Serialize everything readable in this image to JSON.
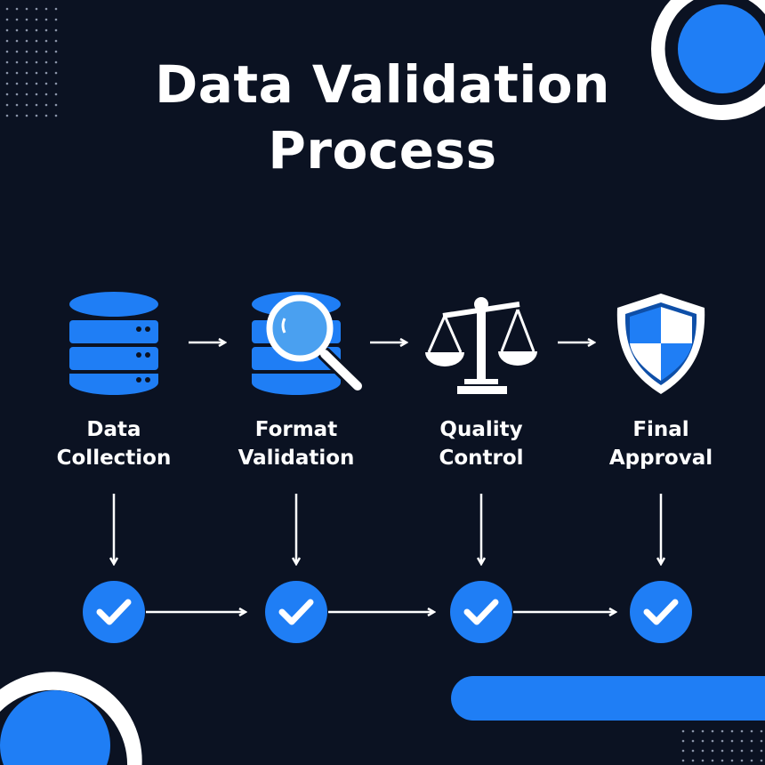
{
  "title": {
    "line1": "Data Validation",
    "line2": "Process"
  },
  "steps": [
    {
      "label1": "Data",
      "label2": "Collection",
      "icon": "database-icon"
    },
    {
      "label1": "Format",
      "label2": "Validation",
      "icon": "database-magnifier-icon"
    },
    {
      "label1": "Quality",
      "label2": "Control",
      "icon": "scales-icon"
    },
    {
      "label1": "Final",
      "label2": "Approval",
      "icon": "shield-icon"
    }
  ],
  "colors": {
    "background": "#0b1222",
    "accent": "#1f7ef5",
    "white": "#ffffff"
  }
}
